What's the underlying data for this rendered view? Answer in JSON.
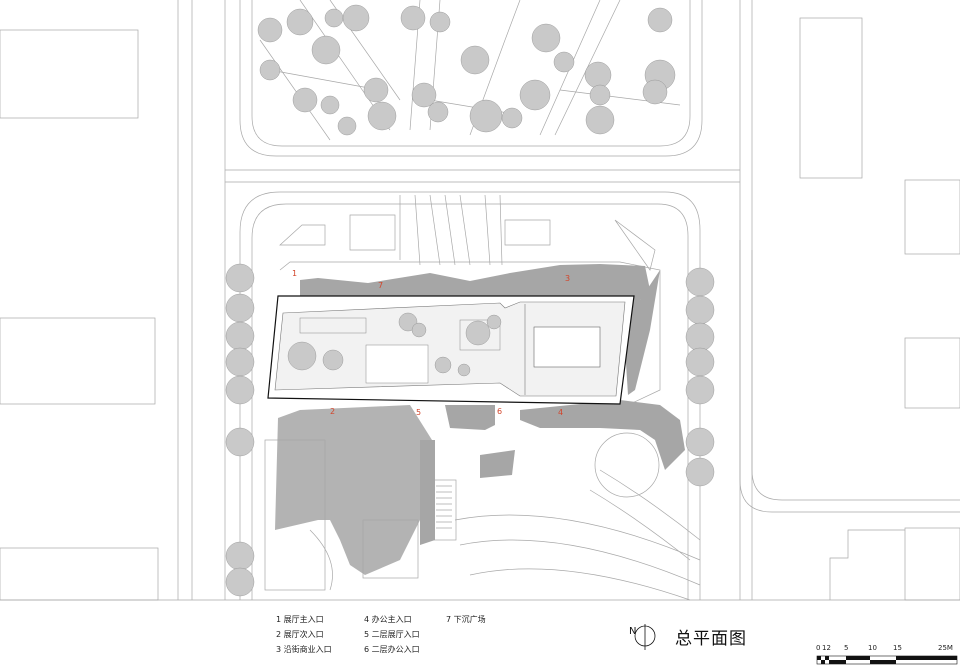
{
  "plan_labels": [
    {
      "id": "1",
      "text": "1"
    },
    {
      "id": "2",
      "text": "2"
    },
    {
      "id": "3",
      "text": "3"
    },
    {
      "id": "4",
      "text": "4"
    },
    {
      "id": "5",
      "text": "5"
    },
    {
      "id": "6",
      "text": "6"
    },
    {
      "id": "7",
      "text": "7"
    }
  ],
  "legend": [
    "1 展厅主入口",
    "2 展厅次入口",
    "3 沿街商业入口",
    "4 办公主入口",
    "5 二层展厅入口",
    "6 二层办公入口",
    "7 下沉广场"
  ],
  "title": "总平面图",
  "north": "N",
  "scale": {
    "ticks": [
      "0",
      "12",
      "5",
      "10",
      "15",
      "25M"
    ]
  },
  "colors": {
    "label_red": "#d2452b",
    "tree_gray": "#c9c9c9",
    "shadow_gray": "#a6a6a6",
    "line_gray": "#9a9a9a"
  }
}
